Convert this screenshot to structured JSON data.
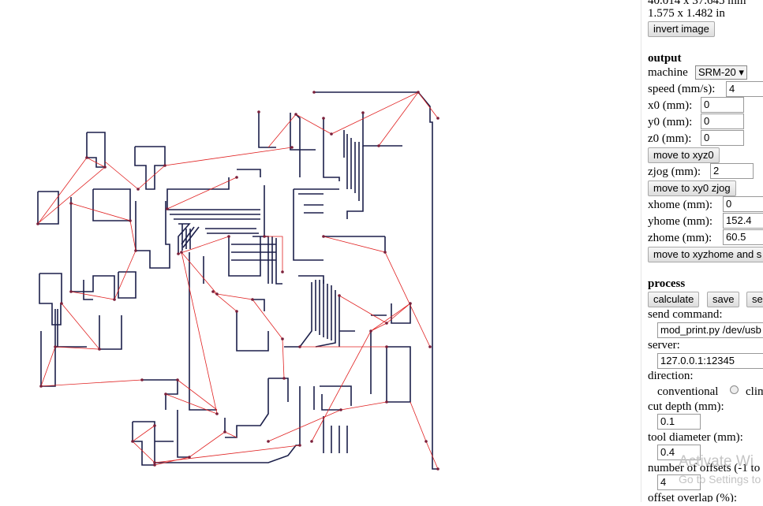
{
  "image_info": {
    "size_mm": "40.014 x 37.645 mm",
    "size_in": "1.575 x 1.482 in",
    "invert_label": "invert image"
  },
  "output": {
    "heading": "output",
    "machine_label": "machine",
    "machine_value": "SRM-20",
    "speed_label": "speed (mm/s):",
    "speed_value": "4",
    "x0_label": "x0 (mm):",
    "x0_value": "0",
    "y0_label": "y0 (mm):",
    "y0_value": "0",
    "z0_label": "z0 (mm):",
    "z0_value": "0",
    "move_xyz0_label": "move to xyz0",
    "zjog_label": "zjog (mm):",
    "zjog_value": "2",
    "move_xy0_zjog_label": "move to xy0 zjog",
    "xhome_label": "xhome (mm):",
    "xhome_value": "0",
    "yhome_label": "yhome (mm):",
    "yhome_value": "152.4",
    "zhome_label": "zhome (mm):",
    "zhome_value": "60.5",
    "move_home_label": "move to xyzhome and s"
  },
  "process": {
    "heading": "process",
    "calculate_label": "calculate",
    "save_label": "save",
    "send_label": "se",
    "send_command_label": "send command:",
    "send_command_value": "mod_print.py /dev/usb",
    "server_label": "server:",
    "server_value": "127.0.0.1:12345",
    "direction_label": "direction:",
    "conventional_label": "conventional",
    "climb_label": "clim",
    "cut_depth_label": "cut depth (mm):",
    "cut_depth_value": "0.1",
    "tool_diameter_label": "tool diameter (mm):",
    "tool_diameter_value": "0.4",
    "offsets_label": "number of offsets (-1 to",
    "offsets_value": "4",
    "overlap_label": "offset overlap (%):"
  },
  "watermark": {
    "line1": "Activate Wi",
    "line2": "Go to Settings to"
  },
  "colors": {
    "toolpath": "#1b1f4a",
    "rapid_move": "#e02020",
    "marker": "#7a1f3a"
  }
}
